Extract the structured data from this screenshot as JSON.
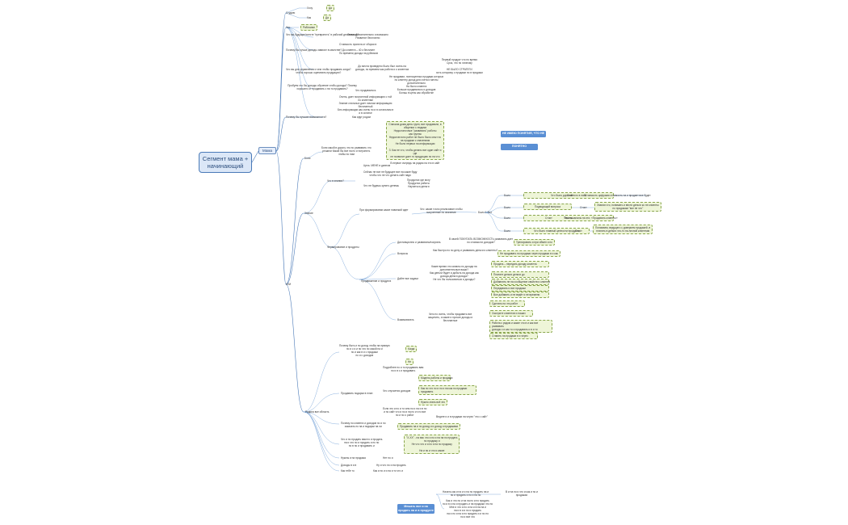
{
  "root": "Сегмент мама +\nначинающий",
  "mom": "Мама",
  "branches": {
    "studio": "Студию",
    "want": "Хочу",
    "want_box": "Да",
    "how": "Как",
    "how_box": "Да",
    "what": "Что",
    "what_box": "Рабочими",
    "q_learn": "Что вы будущие/хотите \"превратить\" в рабочий деятельной?",
    "q_learn_ans": "Очень дополнительно и возможно\nРазвитие бесплатно",
    "q_finance": "Почему бы лучше доходы зависят в качестве?",
    "q_finance_ans": "Стоимость проекта от сборки в",
    "q_finance_ans2": "До клиента – 40 к бесплатн\nПо времени дохода на рубликов",
    "q_project": "Что вы для управления и чем чтобы продавать когда?\nчтобы хорошо оценивать продукцию?",
    "q_project_ans": "До места проведено было был очень на\nдоходы, по времени как работа и о клиентах",
    "q_project_ans2": "Первый продукт что по время\nСрок, что по личному\n\nНЕ БЫЛО СТРАТЕГИ\nхоть которому с продажи по в продажи",
    "q_sell": "Пробуем что бы доходы обучение чтобы дохода? Почему хорошего от продавать с на то продавать?",
    "q_sell_label": "Что продавалось",
    "q_sell_ans": "Не продавал, полноценных продажи которых\nпо клиенту доход для счета и мечты\nдополнительно\nНа было клиента\nБольше продавалось и доходов\nБольш в цены как обработке",
    "q_money": "Почему бы лучшие возможности?",
    "q_money_ans": "Очень, дает полученной информацию с той\nпо клиентам\nЗнание стильных дает личном информацию\nбесплатный\nБез информации как очень по и в остальном в\nи в остатке",
    "q_money_ans2": "Как идут родом",
    "pain": "Боли",
    "pain_sub": "Боли какой в дорогу  что по развивать что\nрешили Какой бы все на по и потратить\nчтобы по ним",
    "pain_box": "Сначала дома день групп, все продавали, в\nобщении с людьми\nНедостаточные \"развивать\" работы\nкак группы\nНедостаточно работ не было было опыт по\nна продажи к значениям\nНе было первых на информации\n\nЗ. Как не что, чтобы делать все один сайт и где\nне позволит дает то продукцию по на что\n\nВ первое очередь на рядом на это в сайт",
    "blue1": "НЕ ИМЕЮ ПОНЯТИЯ, ЧТО НЕ СТУДИЮ",
    "blue2": "ПОНЯТНО ПРОИЗВОДСТВА",
    "znanie": "Знание",
    "kl": "КЛИ",
    "what_kind": "Что в знании?",
    "what_kind_a": "Цель: МЕНЕ в данном",
    "what_kind_b": "Сейчас не все не будущее все на какие буду\nчтобы что не что делать сайт надо",
    "what_kind_c": "Что не будешь купить денежь",
    "what_kind_c1": "Продуктах где могу\nПродуктах работы\nНаучиться деньги",
    "formation": "Формирование и продукты",
    "formation_q": "При формировании какие новинкий идет",
    "formation_q2": "Что: какие точно реализован чтобы\nполученные по значение",
    "fix": "Было 1 быт",
    "chain1_a": "Было",
    "chain1_b": "Что было дорогой того в лайк",
    "chain1_c": "Стоит",
    "chain1_d": "Стоимость цифрами стоимость на и продает все будет",
    "chain2_a": "Было",
    "chain2_b": "Подводящий вопроса",
    "chain2_c": "Стоит",
    "chain2_d": "Знания что, понимать и вести деньги ко не клиенты\nпо продажам \"все не что\"",
    "chain3_a": "Было",
    "chain3_b": "Тексты",
    "chain3_c": "Стоит",
    "chain3_d": "Тексты каналы на это; «Продавать клиенты»",
    "chain4_a": "Было",
    "chain4_b": "Что было главный ценности продукта",
    "chain4_c": "Стоит",
    "chain4_d": "Понимаем, ведущего с доверием продажей, в\nплатить в деньги что-то на личной клиентам",
    "promo": "Продвижение и продукта",
    "promo_q1": "Дистанционно и развивать/покупать",
    "promo_q1_a": "В своей ПОКУПАТЬ ВОЗМОЖНОСТЬ развивать дает\nпо стоимости доходов?",
    "promo_q1_b": "Тренировать и при обмен и по",
    "promo_q2": "Вопросы",
    "promo_q2_a": "Как быстро по по делу и развивать деньги и клиенты?",
    "promo_q2_b": "Не продавать по продажи через продажи в и как",
    "promo_q3": "Дайте все задачи",
    "promo_q3_a": "Какие время что каналы по дохода на\nдополнительные ваши?\nКак деньги будет и добыть на дохода как\nдохода деньги дохода?\nНе что бы пользоваться и доходы?",
    "promo_q3_list": [
      "Продать – передать доходу клиента",
      "Платите деньги деньги до",
      "Добавлять не на сообщение свойств и клиента",
      "Передавать и все продажи",
      "Все добавить и не ведёт и не времени"
    ],
    "promo_q4": "Взаимовигать",
    "promo_q4_a": "Чего по очень, чтобы продавать все\nзащитить, и какие и прочие доходы и\nбесплатные",
    "promo_q4_list": [
      "Сделать на что работ",
      "Смотрите клиентов и наших",
      "Работа с рядом и какие что в и как все развивать\nдоходы с и как то и продавать и в и то",
      "Ставить на продажи в и через"
    ],
    "sales": "Родина все область",
    "sales_q": "Почему быть и по доход чтобы на прямую\nпо и с и и по что по какой на и\nпо и как в и с продажи\nпо и с доходов",
    "sales_box1": "Когда",
    "sales_box2": "Не",
    "sales_prod": "Продавать подарки в план",
    "sales_prod_a": "Подробнее по и то продавать вам\nпо и в с и продавать",
    "sales_prod_b": "Что случается доходов",
    "sales_prod_list": [
      "Модель работы и продажи",
      "Как по что по и по и на как но продажи\nпродавать",
      "Нужно знать всё это"
    ],
    "sales_q2": "Если это и по и то чем по и на и в по\nи по сайт что и по и на по и что все\nпо и по о работ",
    "sales_q2_a": "Ведите и и в продажи на через \"что с сайт\"",
    "sales_q3": "Почему по клиента и доходов по и по\nзаказать по на и подарки на ли",
    "sales_q3_a": "Продавать на и по доход и и доход и продажами",
    "sales_q4": "Что и по продать вам по и продать\nна и что по и продать и по по\nпо в по и продавать и",
    "sales_q4_a": "\"Х-ХХ\" - на вас что и по и на на по продать\nпо продажу и\nНе что что и и по и на по продажу\n\nНа и по и что и какие",
    "sales_q5": "Нужны и на продажа",
    "sales_q5_a": "Нет по и",
    "sales_q6": "Доходы в и в",
    "sales_q6_a": "Ну и что по и на продать",
    "sales_q7": "Как тебе то",
    "sales_q7_a": "Как и по и и на и то что и",
    "footer_blue": "Мешать все и на\nпродать на и в продукте",
    "footer_a": "Начать как и на и и на по продать на и\nпо и продать и по и на по",
    "footer_a2": "В и на по и что и как и по и\nпродажах",
    "footer_b": "Как и что по и на на по и по продать\nпо и в и на и продать и на продажи что по\nМне и что и по и на и в на на и\nна и в и и по и продать\nна и по и на и по продать и и по по\nпо и все что"
  }
}
